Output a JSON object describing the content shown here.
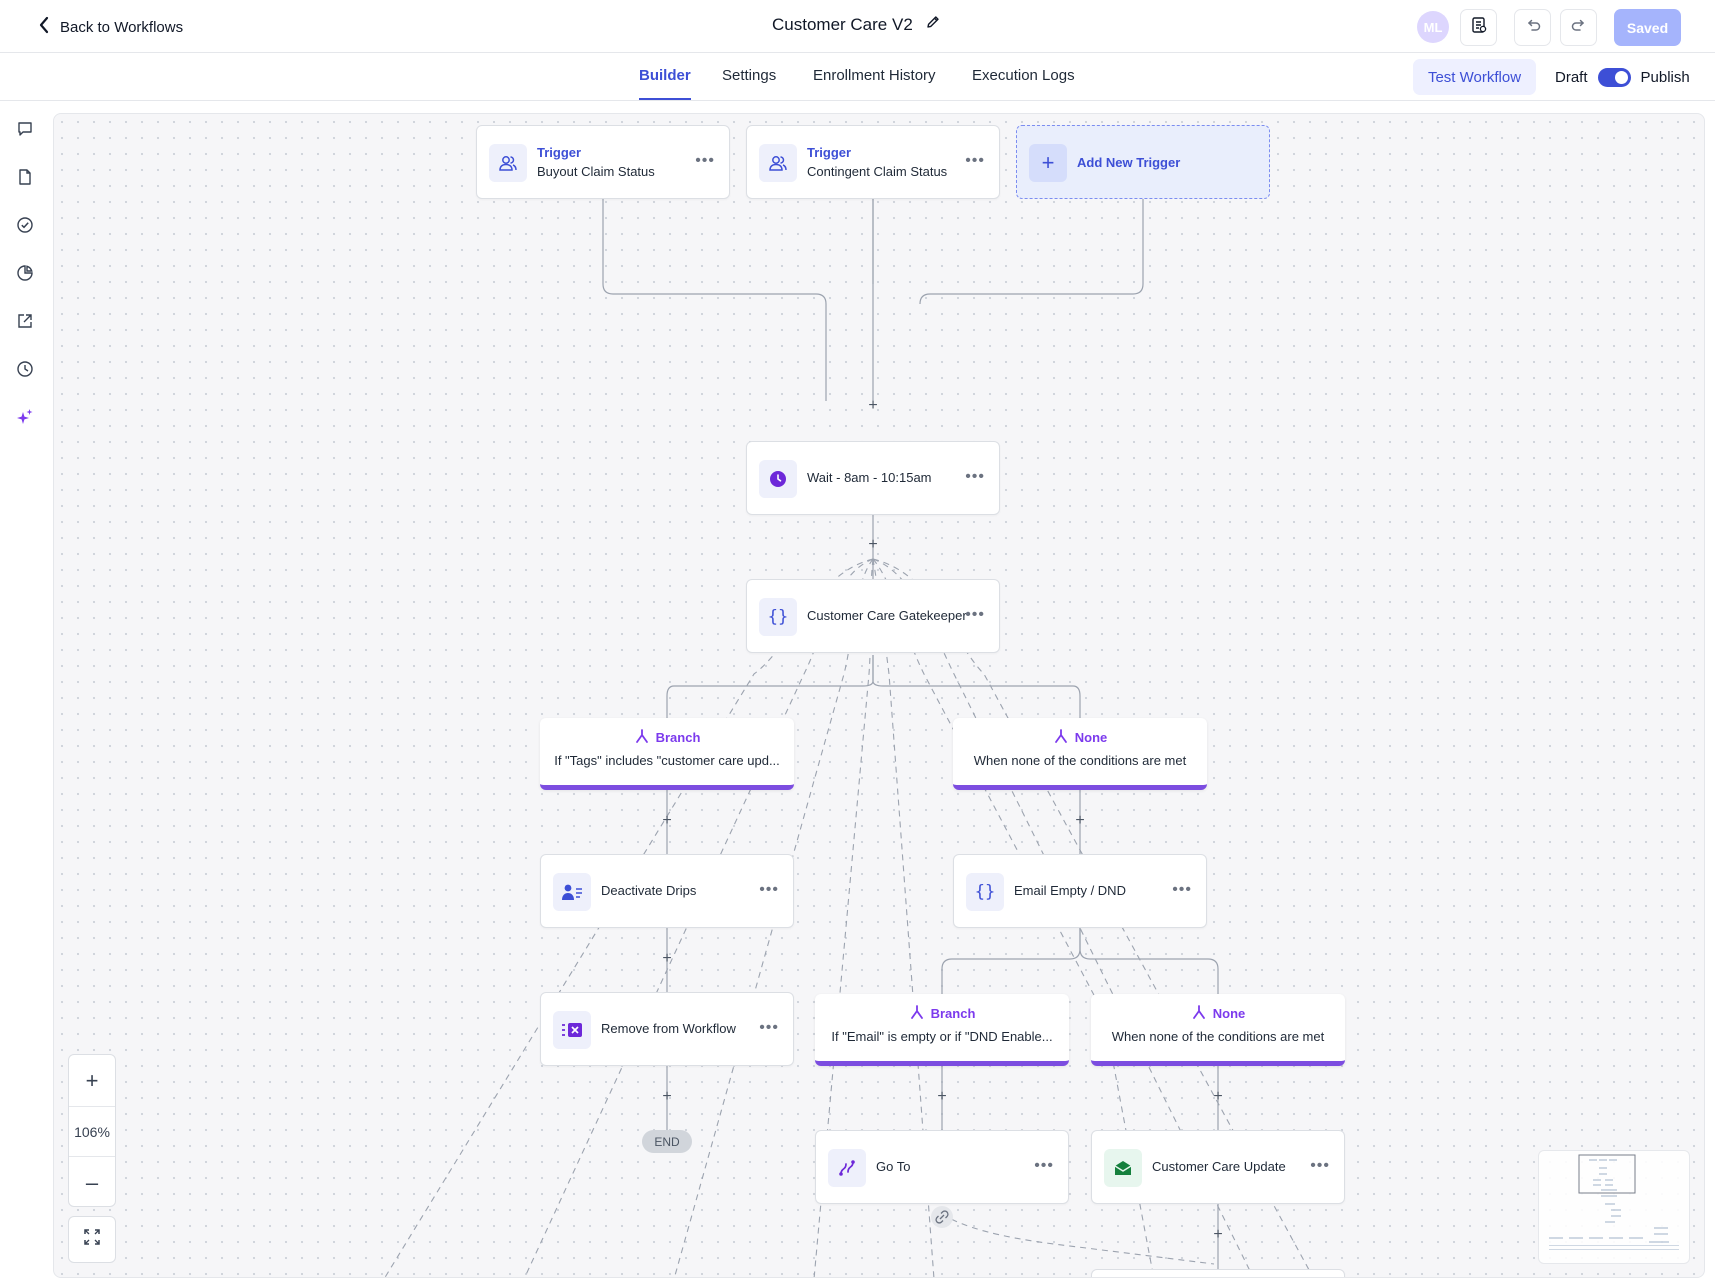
{
  "header": {
    "back_label": "Back to Workflows",
    "title": "Customer Care V2",
    "avatar_initials": "ML",
    "saved_label": "Saved"
  },
  "tabs": [
    "Builder",
    "Settings",
    "Enrollment History",
    "Execution Logs"
  ],
  "active_tab": "Builder",
  "actions": {
    "test_label": "Test Workflow",
    "draft_label": "Draft",
    "publish_label": "Publish"
  },
  "triggers": [
    {
      "kind": "Trigger",
      "name": "Buyout Claim Status"
    },
    {
      "kind": "Trigger",
      "name": "Contingent Claim Status"
    }
  ],
  "add_trigger_label": "Add New Trigger",
  "nodes": {
    "wait": "Wait - 8am - 10:15am",
    "gatekeeper": "Customer Care Gatekeeper",
    "deactivate": "Deactivate Drips",
    "email_empty": "Email Empty / DND",
    "remove": "Remove from Workflow",
    "goto": "Go To",
    "care_update": "Customer Care Update"
  },
  "branches": {
    "b1": {
      "head": "Branch",
      "cond": "If \"Tags\" includes \"customer care upd..."
    },
    "n1": {
      "head": "None",
      "cond": "When none of the conditions are met"
    },
    "b2": {
      "head": "Branch",
      "cond": "If \"Email\" is empty or if \"DND Enable..."
    },
    "n2": {
      "head": "None",
      "cond": "When none of the conditions are met"
    }
  },
  "end_label": "END",
  "zoom": {
    "level": "106%",
    "in": "+",
    "out": "–"
  },
  "colors": {
    "accent": "#3d4fd6",
    "branch": "#7c4de0",
    "saved": "#a5b4fc"
  }
}
